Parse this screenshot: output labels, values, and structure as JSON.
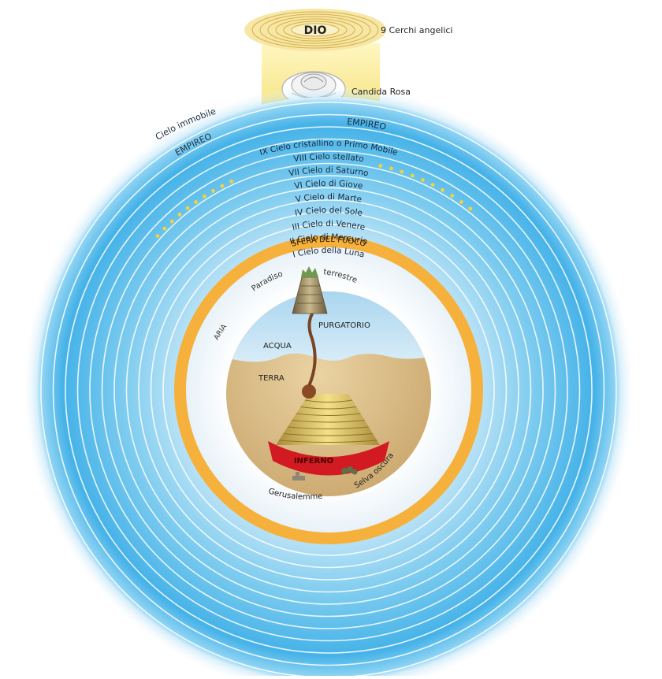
{
  "top": {
    "dio": "DIO",
    "angelic_circles": "9 Cerchi angelici",
    "rose": "Candida Rosa",
    "empireo_right": "EMPIREO",
    "cielo_immobile": "Cielo immobile",
    "empireo_left": "EMPIREO"
  },
  "heavens": [
    "IX Cielo cristallino o Primo Mobile",
    "VIII Cielo stellato",
    "VII Cielo di Saturno",
    "VI Cielo di Giove",
    "V Cielo di Marte",
    "IV Cielo del Sole",
    "III Cielo di Venere",
    "II Cielo di Mercurio",
    "I Cielo della Luna"
  ],
  "spheres": {
    "fire": "SFERA DEL FUOCO",
    "air": "ARIA",
    "water": "ACQUA",
    "earth": "TERRA"
  },
  "places": {
    "paradiso": "Paradiso",
    "terrestre": "terrestre",
    "purgatorio": "PURGATORIO",
    "inferno": "INFERNO",
    "gerusalemme": "Gerusalemme",
    "selva": "Selva oscura"
  },
  "colors": {
    "sky_blue": "#4fb8ea",
    "fire_orange": "#f6b13c",
    "gold": "#e8c23a",
    "earth_sand": "#dcc08c",
    "inferno_red": "#d21a22"
  }
}
